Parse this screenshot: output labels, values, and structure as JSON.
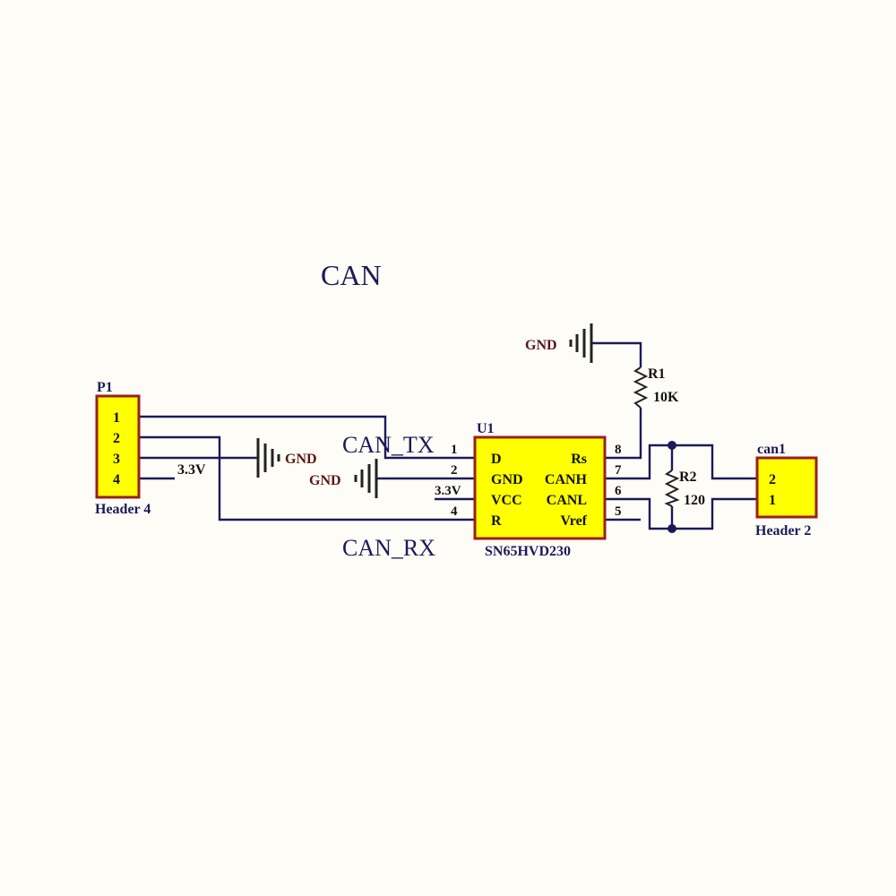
{
  "title": "CAN",
  "p1": {
    "designator": "P1",
    "name": "Header 4",
    "pins": [
      "1",
      "2",
      "3",
      "4"
    ]
  },
  "u1": {
    "designator": "U1",
    "name": "SN65HVD230",
    "left_pins": [
      "1",
      "2",
      "3.3V",
      "4"
    ],
    "left_labels": [
      "D",
      "GND",
      "VCC",
      "R"
    ],
    "right_pins": [
      "8",
      "7",
      "6",
      "5"
    ],
    "right_labels": [
      "Rs",
      "CANH",
      "CANL",
      "Vref"
    ]
  },
  "r1": {
    "designator": "R1",
    "value": "10K"
  },
  "r2": {
    "designator": "R2",
    "value": "120"
  },
  "can1": {
    "designator": "can1",
    "name": "Header 2",
    "pins": [
      "2",
      "1"
    ]
  },
  "nets": {
    "can_tx": "CAN_TX",
    "can_rx": "CAN_RX",
    "v33": "3.3V",
    "gnd": "GND"
  },
  "colors": {
    "background": "#fefcf6",
    "wire": "#1a1a5a",
    "component_fill": "#ffff00",
    "component_border": "#9a1f1f",
    "power_label": "#5a1515"
  }
}
